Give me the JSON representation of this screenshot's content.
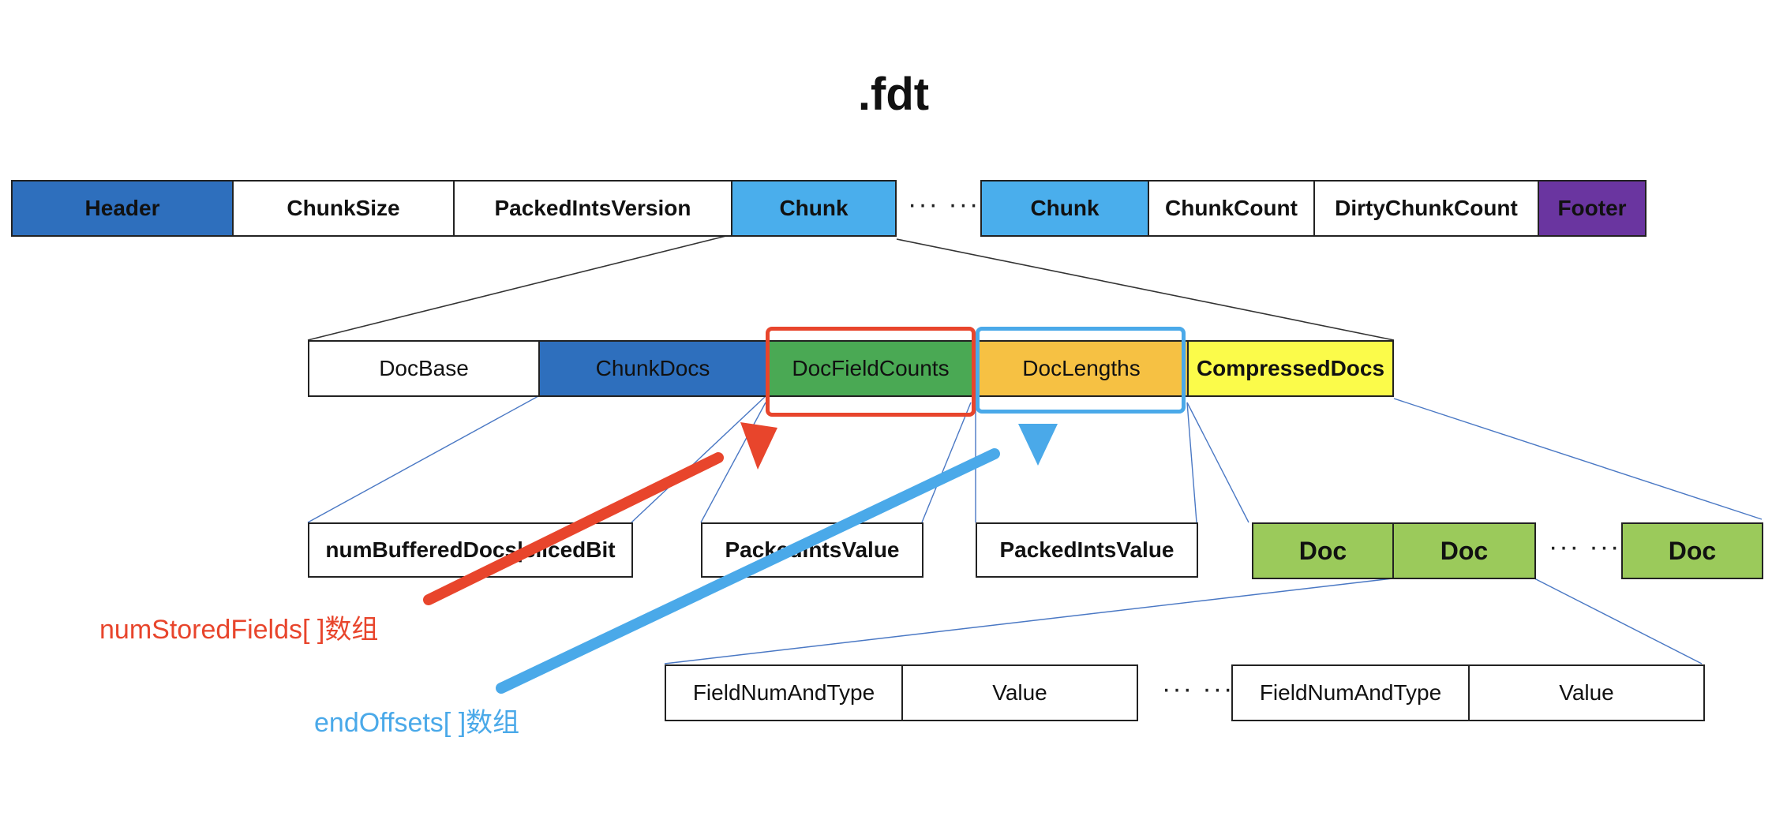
{
  "title": ".fdt",
  "top_row": {
    "header": "Header",
    "chunk_size": "ChunkSize",
    "packed_ints_version": "PackedIntsVersion",
    "chunk_1": "Chunk",
    "ellipsis": "··· ···",
    "chunk_2": "Chunk",
    "chunk_count": "ChunkCount",
    "dirty_chunk_count": "DirtyChunkCount",
    "footer": "Footer"
  },
  "chunk_row": {
    "doc_base": "DocBase",
    "chunk_docs": "ChunkDocs",
    "doc_field_counts": "DocFieldCounts",
    "doc_lengths": "DocLengths",
    "compressed_docs": "CompressedDocs"
  },
  "detail_row": {
    "chunk_docs_value": "numBufferedDocs|slicedBit",
    "field_counts_value": "PackedIntsValue",
    "lengths_value": "PackedIntsValue",
    "doc_1": "Doc",
    "doc_2": "Doc",
    "ellipsis": "··· ···",
    "doc_3": "Doc"
  },
  "doc_row": {
    "field_num_and_type_1": "FieldNumAndType",
    "value_1": "Value",
    "ellipsis": "··· ···",
    "field_num_and_type_2": "FieldNumAndType",
    "value_2": "Value"
  },
  "annotations": {
    "num_stored_fields": "numStoredFields[ ]数组",
    "end_offsets": "endOffsets[ ]数组"
  },
  "colors": {
    "header": "#2e6fbd",
    "chunk": "#4aaeec",
    "footer": "#6a35a0",
    "chunk_docs": "#2e6fbd",
    "doc_field_counts": "#4aa954",
    "doc_lengths": "#f6c143",
    "compressed_docs": "#fbfb4a",
    "doc": "#9bca5b",
    "red_accent": "#e8452c",
    "blue_accent": "#4aa9e9"
  }
}
